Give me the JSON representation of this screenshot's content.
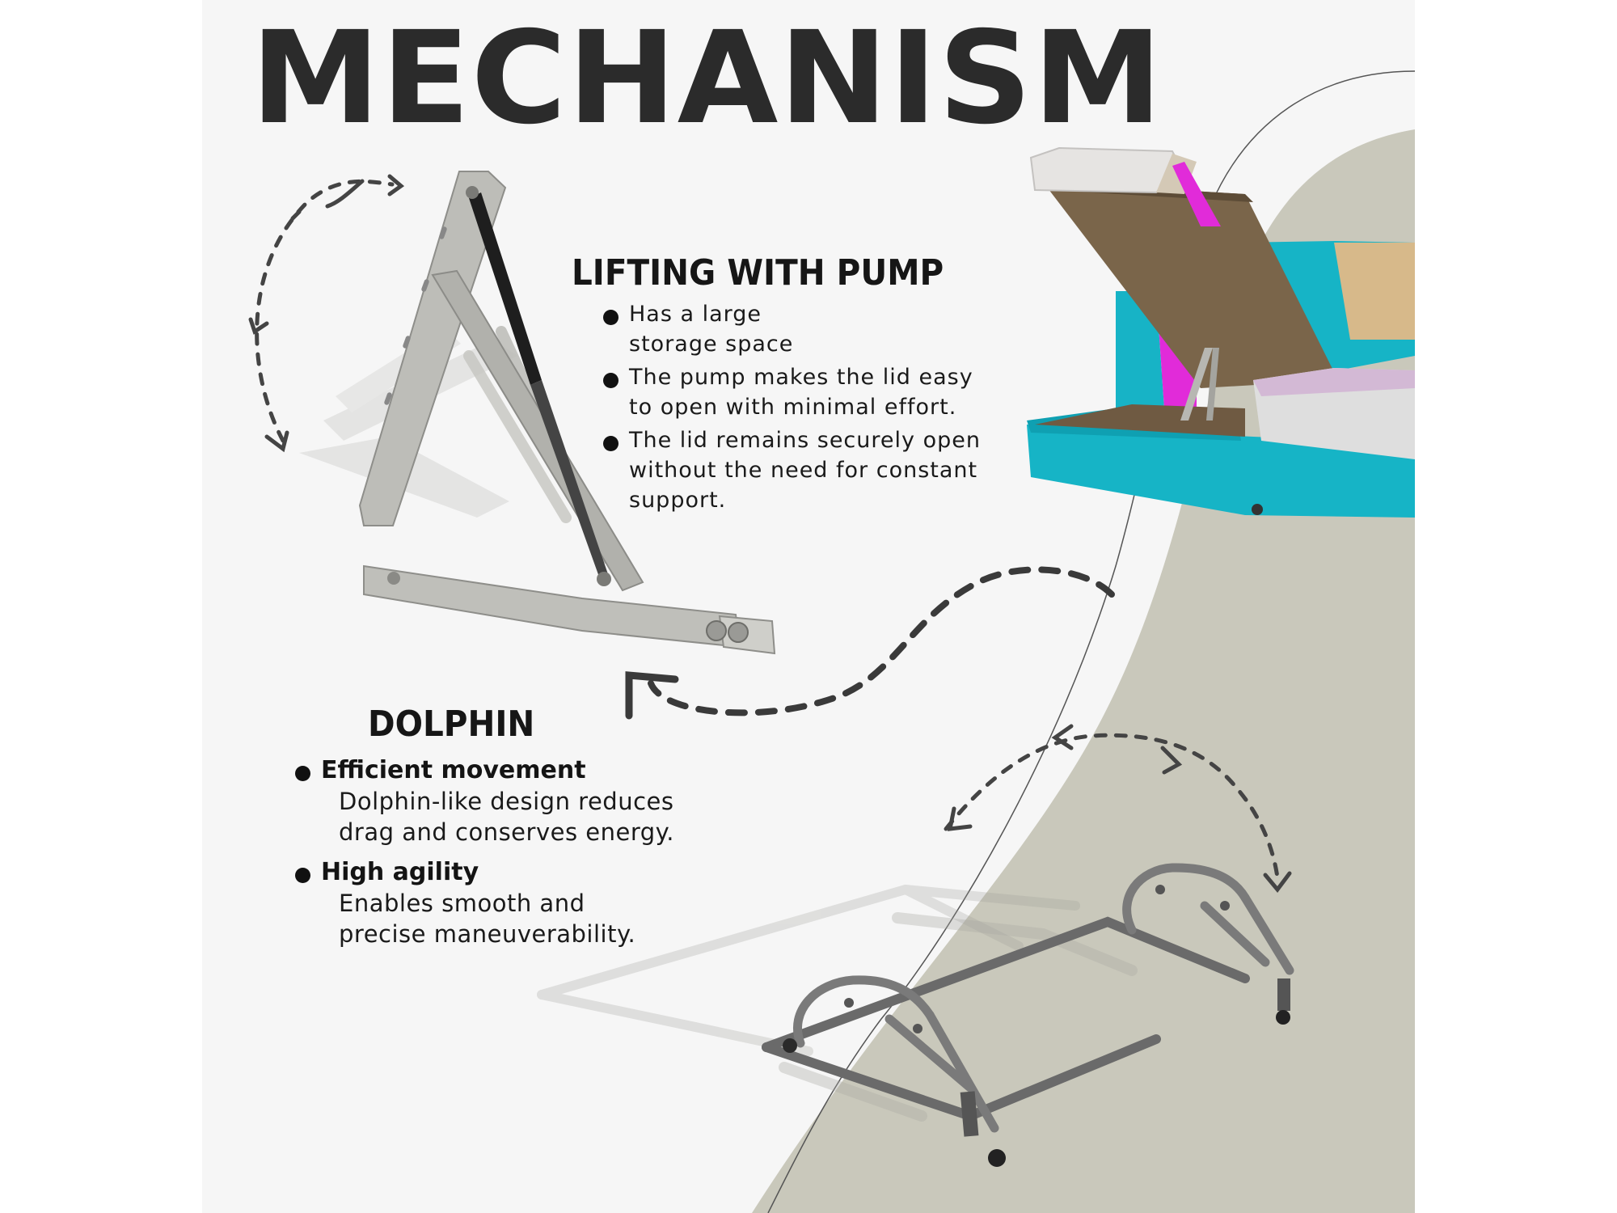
{
  "title": "MECHANISM",
  "colors": {
    "page_background": "#f6f6f6",
    "curve_fill": "#c9c8bb",
    "sofa_turquoise": "#16b4c6",
    "sofa_magenta": "#e02ad8",
    "metal": "#b9b9b3",
    "frame_dark": "#6d6d6d",
    "arrow": "#444444"
  },
  "lifting": {
    "heading": "LIFTING WITH PUMP",
    "bullets": [
      "Has a large\nstorage space",
      "The pump makes the lid easy\nto open with minimal effort.",
      "The lid remains securely open\nwithout the need for constant\nsupport."
    ]
  },
  "dolphin": {
    "heading": "DOLPHIN",
    "features": [
      {
        "title": "Efficient movement",
        "desc": "Dolphin-like design reduces\ndrag and conserves energy."
      },
      {
        "title": "High agility",
        "desc": "Enables smooth and\nprecise maneuverability."
      }
    ]
  },
  "illustrations": {
    "lift_hinge": "gas-lift-hinge",
    "sofa": "corner-sofa-open-storage",
    "dolphin_frame": "dolphin-pullout-frame"
  }
}
